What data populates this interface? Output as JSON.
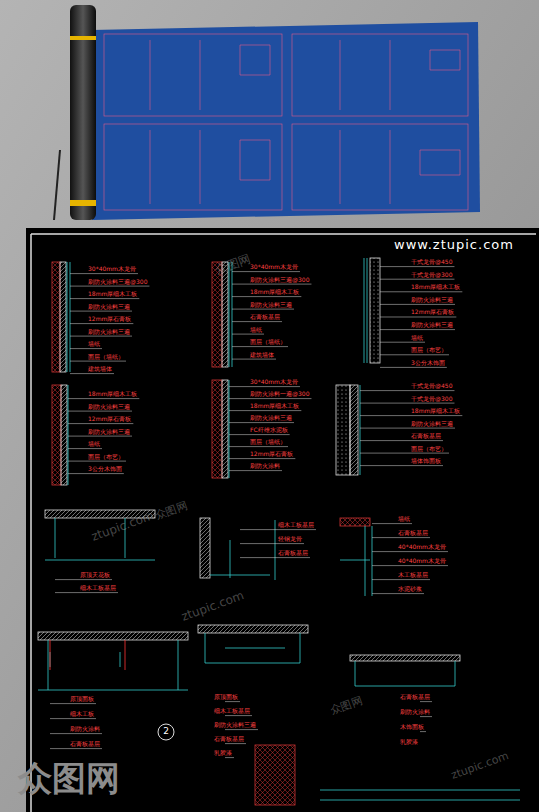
{
  "diagram": {
    "labels": [
      "www.ztupic.com",
      "30*40mm木龙骨",
      "刷防火涂料三遍@300",
      "18mm厚细木工板",
      "刷防火涂料三遍",
      "12mm厚石膏板",
      "刷防火涂料三遍",
      "墙纸",
      "面层（墙纸）",
      "建筑墙体",
      "30*40mm木龙骨",
      "刷防火涂料三遍@300",
      "18mm厚细木工板",
      "刷防火涂料三遍",
      "石膏板基层",
      "墙纸",
      "面层（墙纸）",
      "建筑墙体",
      "干式龙骨@450",
      "干式龙骨@300",
      "18mm厚细木工板",
      "刷防火涂料三遍",
      "12mm厚石膏板",
      "刷防火涂料三遍",
      "墙纸",
      "面层（布艺）",
      "3公分木饰面",
      "18mm厚细木工板",
      "刷防火涂料三遍",
      "12mm厚石膏板",
      "刷防火涂料三遍",
      "墙纸",
      "面层（布艺）",
      "3公分木饰面",
      "30*40mm木龙骨",
      "刷防火涂料一遍@300",
      "18mm厚细木工板",
      "刷防火涂料三遍",
      "FC纤维水泥板",
      "面层（墙纸）",
      "12mm厚石膏板",
      "刷防火涂料",
      "干式龙骨@450",
      "干式龙骨@300",
      "18mm厚细木工板",
      "刷防火涂料三遍",
      "石膏板基层",
      "面层（布艺）",
      "墙体饰面板",
      "原顶天花板",
      "细木工板基层",
      "细木工板基层",
      "轻钢龙骨",
      "石膏板基层",
      "墙纸",
      "石膏板基层",
      "40*40mm木龙骨",
      "40*40mm木龙骨",
      "木工板基层",
      "水泥砂浆",
      "原顶面板",
      "细木工板",
      "刷防火涂料",
      "石膏板基层",
      "原顶面板",
      "细木工板基层",
      "刷防火涂料三遍",
      "石膏板基层",
      "乳胶漆",
      "石膏板基层",
      "刷防火涂料",
      "木饰面板",
      "乳胶漆",
      "2",
      "众图网",
      "ztupic.com",
      "众图网",
      "ztupic.com",
      "众图网",
      "ztupic.com",
      "众图网"
    ]
  }
}
